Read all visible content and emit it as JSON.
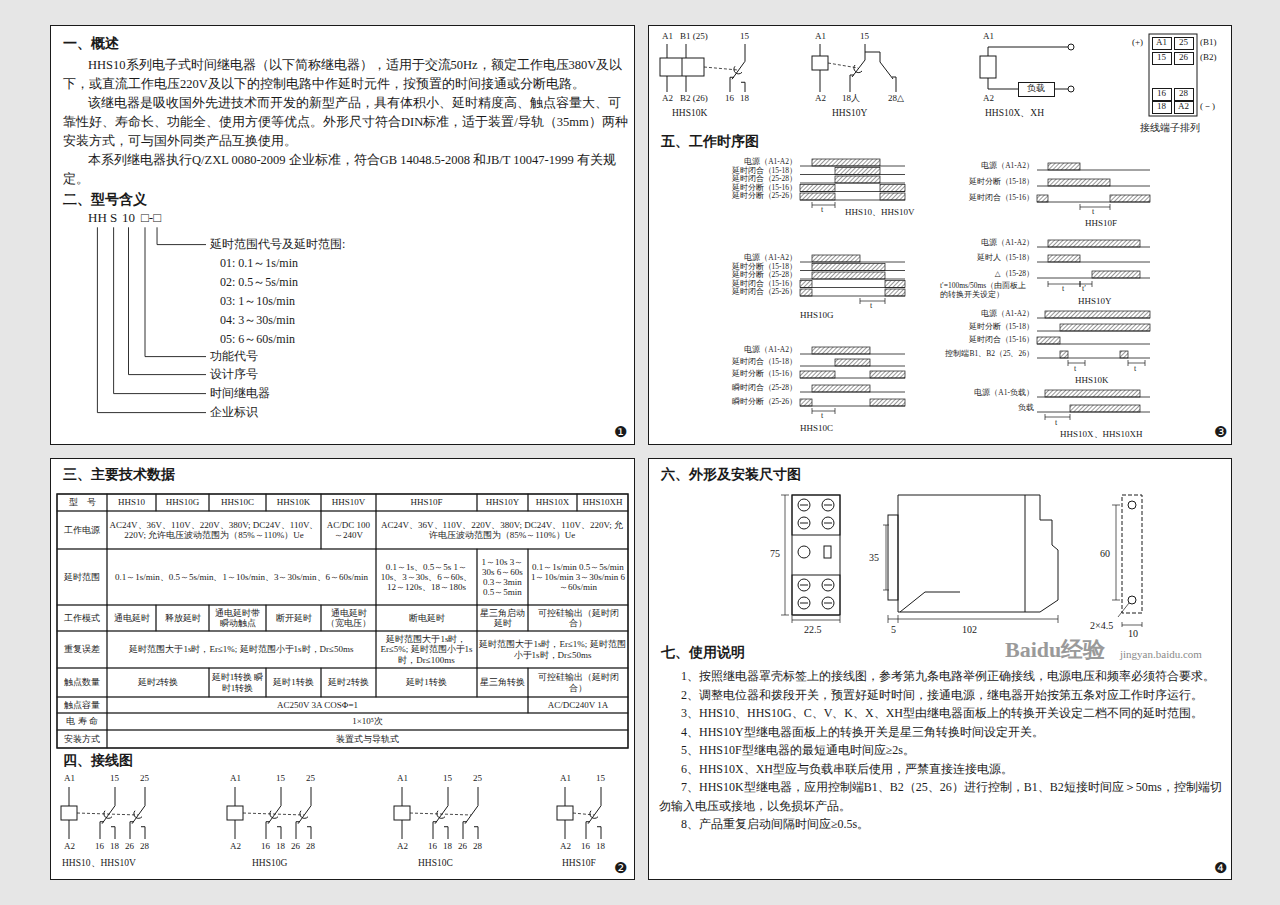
{
  "diagram": {
    "nodes": [
      {
        "text": [
          "一、概述",
          "HHS10系列电子式时间继电器（以下简称继电器），适用于交流50Hz，额定工作电压380V及以下，或直流工作电压220V及以下的控制电路中作延时元件，按预置的时间接通或分断电路。",
          "该继电器是吸收国外先进技术而开发的新型产品，具有体积小、延时精度高、触点容量大、可靠性好、寿命长、功能全、使用方便等优点。外形尺寸符合DIN标准，适于装置/导轨（35mm）两种安装方式，可与国外同类产品互换使用。",
          "本系列继电器执行Q/ZXL 0080-2009 企业标准，符合GB 14048.5-2008 和JB/T 10047-1999 有关规定。",
          "二、型号含义"
        ]
      },
      {
        "text": [
          "三、主要技术数据",
          "四、接线图"
        ]
      },
      {
        "text": [
          "五、工作时序图"
        ]
      },
      {
        "text": [
          "负载"
        ],
        "in": 2
      },
      {
        "text": [
          "A1"
        ],
        "in": 2
      },
      {
        "text": [
          "25"
        ],
        "in": 2
      },
      {
        "text": [
          "15"
        ],
        "in": 2
      },
      {
        "text": [
          "26"
        ],
        "in": 2
      },
      {
        "text": [
          "16"
        ],
        "in": 2
      },
      {
        "text": [
          "28"
        ],
        "in": 2
      },
      {
        "text": [
          "18"
        ],
        "in": 2
      },
      {
        "text": [
          "A2"
        ],
        "in": 2
      },
      {
        "text": [
          "六、外形及安装尺寸图",
          "七、使用说明",
          "1、按照继电器罩壳标签上的接线图，参考第九条电路举例正确接线，电源电压和频率必须符合要求。",
          "2、调整电位器和拨段开关，预置好延时时间，接通电源，继电器开始按第五条对应工作时序运行。",
          "3、HHS10、HHS10G、C、V、K、X、XH型由继电器面板上的转换开关设定二档不同的延时范围。",
          "4、HHS10Y型继电器面板上的转换开关是星三角转换时间设定开关。",
          "5、HHS10F型继电器的最短通电时间应≥2s。",
          "6、HHS10X、XH型应与负载串联后使用，严禁直接连接电源。",
          "7、HHS10K型继电器，应用控制端B1、B2（25、26）进行控制，B1、B2短接时间应＞50ms，控制端切勿输入电压或接地，以免损坏产品。",
          "8、产品重复启动间隔时间应≥0.5s。"
        ]
      }
    ],
    "labels": [
      "HH",
      "S",
      "10",
      "□-□",
      "延时范围代号及延时范围:",
      "01: 0.1～1s/min",
      "02: 0.5～5s/min",
      "03: 1～10s/min",
      "04: 3～30s/min",
      "05: 6～60s/min",
      "功能代号",
      "设计序号",
      "时间继电器",
      "企业标识",
      "❶",
      "型　号",
      "HHS10",
      "HHS10G",
      "HHS10C",
      "HHS10K",
      "HHS10V",
      "HHS10F",
      "HHS10Y",
      "HHS10X",
      "HHS10XH",
      "工作电源",
      "AC24V、36V、110V、220V、380V; DC24V、110V、220V; 允许电压波动范围为（85%～110%）Ue",
      "AC/DC 100～240V",
      "AC24V、36V、110V、220V、380V; DC24V、110V、220V; 允许电压波动范围为（85%～110%）Ue",
      "延时范围",
      "0.1～1s/min、0.5～5s/min、1～10s/min、3～30s/min、6～60s/min",
      "0.1～1s、0.5～5s 1～10s、3～30s、6～60s、12～120s、18～180s",
      "1～10s 3～30s 6～60s 0.3～3min 0.5～5min",
      "0.1～1s/min 0.5～5s/min 1～10s/min 3～30s/min 6～60s/min",
      "工作模式",
      "通电延时",
      "释放延时",
      "通电延时带瞬动触点",
      "断开延时",
      "通电延时（宽电压）",
      "断电延时",
      "星三角启动延时",
      "可控硅输出（延时闭合）",
      "重复误差",
      "延时范围大于1s时，Er≤1%; 延时范围小于1s时，Dr≤50ms",
      "延时范围大于1s时，Er≤5%; 延时范围小于1s时，Dr≤100ms",
      "延时范围大于1s时，Er≤1%; 延时范围小于1s时，Dr≤50ms",
      "触点数量",
      "延时2转换",
      "延时1转换 瞬时1转换",
      "延时1转换",
      "延时2转换",
      "延时1转换",
      "星三角转换",
      "可控硅输出（延时闭合）",
      "触点容量",
      "AC250V 3A COSΦ=1",
      "AC/DC240V 1A",
      "电 寿 命",
      "1×10⁵次",
      "安装方式",
      "装置式与导轨式",
      "A1",
      "15",
      "25",
      "A2",
      "16",
      "18",
      "26",
      "28",
      "HHS10、HHS10V",
      "A1",
      "15",
      "25",
      "A2",
      "16",
      "18",
      "26",
      "28",
      "HHS10G",
      "A1",
      "15",
      "25",
      "A2",
      "16",
      "18",
      "26",
      "28",
      "HHS10C",
      "A1",
      "15",
      "A2",
      "16",
      "18",
      "HHS10F",
      "❷",
      "A1",
      "B1 (25)",
      "15",
      "A2",
      "B2 (26)",
      "16",
      "18",
      "HHS10K",
      "A1",
      "15",
      "A2",
      "18人",
      "28△",
      "HHS10Y",
      "A1",
      "A2",
      "HHS10X、XH",
      "(+)",
      "(B1)",
      "(B2)",
      "(－)",
      "接线端子排列",
      "电源（A1-A2）",
      "延时闭合（15-18）",
      "延时闭合（25-28）",
      "延时分断（15-16）",
      "延时分断（25-26）",
      "t",
      "HHS10、HHS10V",
      "电源（A1-A2）",
      "延时分断（15-18）",
      "延时分断（25-28）",
      "延时闭合（15-16）",
      "延时闭合（25-26）",
      "t",
      "HHS10G",
      "电源（A1-A2）",
      "延时闭合（15-18）",
      "延时分断（15-16）",
      "瞬时闭合（25-28）",
      "瞬时分断（25-26）",
      "t",
      "HHS10C",
      "电源（A1-A2）",
      "延时分断（15-18）",
      "延时闭合（15-16）",
      "t",
      "HHS10F",
      "电源（A1-A2）",
      "延时人（15-18）",
      "△（15-28）",
      "t′=100ms/50ms（由面板上的转换开关设定）",
      "t",
      "t′",
      "HHS10Y",
      "电源（A1-A2）",
      "延时分断（15-18）",
      "延时闭合（15-16）",
      "控制端B1、B2（25、26）",
      "t",
      "t",
      "HHS10K",
      "电源（A1-负载）",
      "负载",
      "t",
      "HHS10X、HHS10XH",
      "❸",
      "75",
      "22.5",
      "35",
      "5",
      "102",
      "60",
      "2×4.5",
      "10",
      "Baidu经验",
      "jingyan.baidu.com",
      "❹"
    ]
  }
}
